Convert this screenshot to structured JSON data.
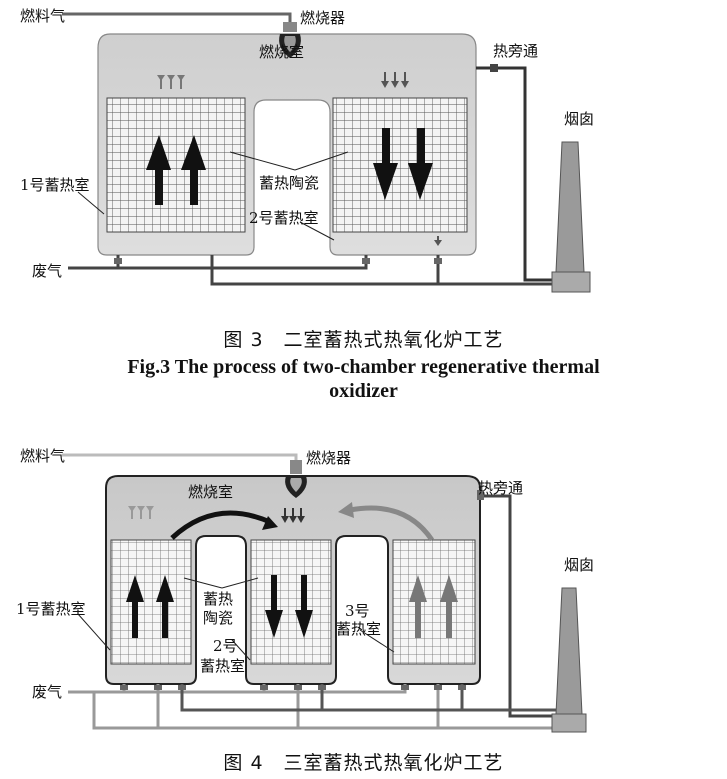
{
  "figure3": {
    "fuel_gas": "燃料气",
    "burner": "燃烧器",
    "combustion_chamber": "燃烧室",
    "bypass": "热旁通",
    "chimney": "烟囱",
    "chamber_1": "1号蓄热室",
    "chamber_2": "2号蓄热室",
    "ceramic": "蓄热陶瓷",
    "exhaust": "废气",
    "caption_cn": "图 3　二室蓄热式热氧化炉工艺",
    "caption_en_line1": "Fig.3 The process of two-chamber regenerative thermal",
    "caption_en_line2": "oxidizer"
  },
  "figure4": {
    "fuel_gas": "燃料气",
    "burner": "燃烧器",
    "combustion_chamber": "燃烧室",
    "bypass": "热旁通",
    "chimney": "烟囱",
    "chamber_1": "1号蓄热室",
    "chamber_2_line1": "2号",
    "chamber_2_line2": "蓄热室",
    "chamber_3_line1": "3号",
    "chamber_3_line2": "蓄热室",
    "ceramic_line1": "蓄热",
    "ceramic_line2": "陶瓷",
    "exhaust": "废气",
    "caption_cn": "图 4　三室蓄热式热氧化炉工艺"
  }
}
